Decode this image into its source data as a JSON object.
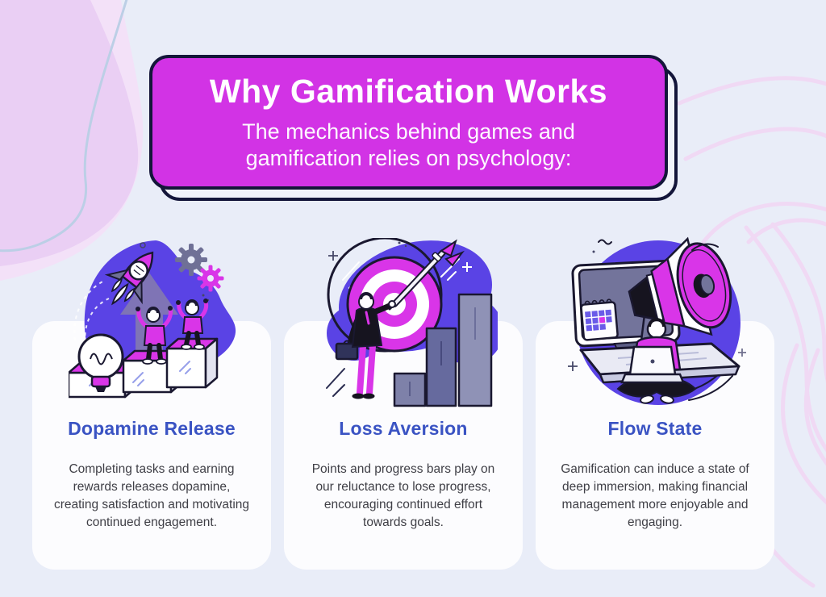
{
  "banner": {
    "title": "Why Gamification Works",
    "subtitle_lines": [
      "The mechanics behind games and",
      "gamification relies on psychology:"
    ]
  },
  "cards": [
    {
      "title": "Dopamine Release",
      "body_lines": [
        "Completing tasks and earning",
        "rewards releases dopamine,",
        "creating satisfaction and motivating",
        "continued engagement."
      ],
      "illustration": "rocket-arrow-gears-lightbulb-people-on-steps"
    },
    {
      "title": "Loss Aversion",
      "body_lines": [
        "Points and progress bars play on",
        "our reluctance to lose progress,",
        "encouraging continued effort",
        "towards goals."
      ],
      "illustration": "target-dart-bar-chart-businessman"
    },
    {
      "title": "Flow State",
      "body_lines": [
        "Gamification can induce a state of",
        "deep immersion, making financial",
        "management more enjoyable and",
        "engaging."
      ],
      "illustration": "megaphone-monitor-calendar-person-with-laptop"
    }
  ],
  "colors": {
    "background": "#E9EDF8",
    "banner_fill": "#D233E5",
    "outline_navy": "#14163A",
    "card_background": "#FCFCFE",
    "card_title_blue": "#3A53C3",
    "body_text": "#3F3F46",
    "illustration_purple": "#5A43E5",
    "illustration_magenta": "#D935E8",
    "decor_pink_blob": "#ECD3F6",
    "decor_contour_pink": "#F0D9F4",
    "decor_blue_line": "#BCCFE6"
  }
}
